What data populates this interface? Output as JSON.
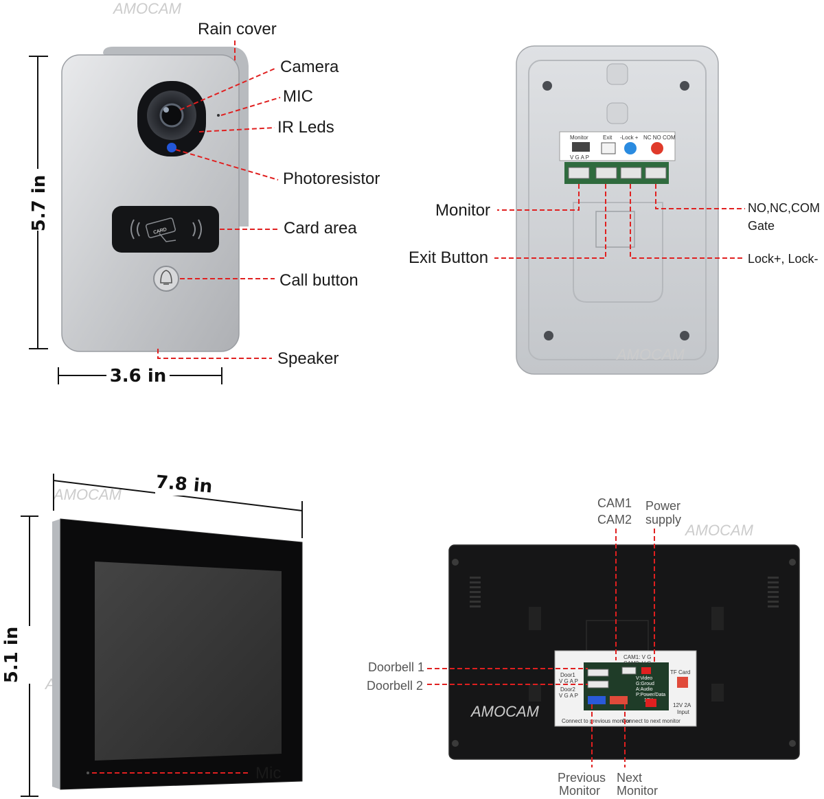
{
  "watermark": "AMOCAM",
  "doorbell_front": {
    "labels": {
      "rain_cover": "Rain cover",
      "camera": "Camera",
      "mic": "MIC",
      "ir_leds": "IR Leds",
      "photoresistor": "Photoresistor",
      "card_area": "Card area",
      "call_button": "Call button",
      "speaker": "Speaker"
    },
    "height": "5.7 in",
    "width": "3.6 in",
    "card_badge": "CARD"
  },
  "doorbell_back": {
    "terminal_header": {
      "monitor": "Monitor",
      "vgap": "V G A P",
      "exit": "Exit",
      "lock": "-Lock +",
      "nc_no_com": "NC NO COM"
    },
    "labels": {
      "monitor": "Monitor",
      "exit_button": "Exit Button",
      "no_nc_com": "NO,NC,COM",
      "gate": "Gate",
      "lock": "Lock+, Lock-"
    }
  },
  "monitor_front": {
    "width": "7.8 in",
    "height": "5.1 in",
    "mic": "Mic"
  },
  "monitor_back": {
    "labels": {
      "cam1": "CAM1",
      "cam2": "CAM2",
      "power1": "Power",
      "power2": "supply",
      "doorbell1": "Doorbell 1",
      "doorbell2": "Doorbell 2",
      "prev1": "Previous",
      "prev2": "Monitor",
      "next1": "Next",
      "next2": "Monitor"
    },
    "panel": {
      "door1": "Door1",
      "door1_pins": "V G A P",
      "door2": "Door2",
      "door2_pins": "V G A P",
      "cam1_pins": "CAM1:  V  G",
      "cam2_pins": "CAM2:  V  G",
      "tf_card": "TF Card",
      "input_1": "12V 2A",
      "input_2": "Input",
      "connect_prev": "Connect to previous monitor",
      "connect_next": "Connect to next monitor",
      "pins_legend": [
        "V:Video",
        "G:Groud",
        "A:Audio",
        "P:Power/Data"
      ],
      "v12": "12V"
    }
  }
}
